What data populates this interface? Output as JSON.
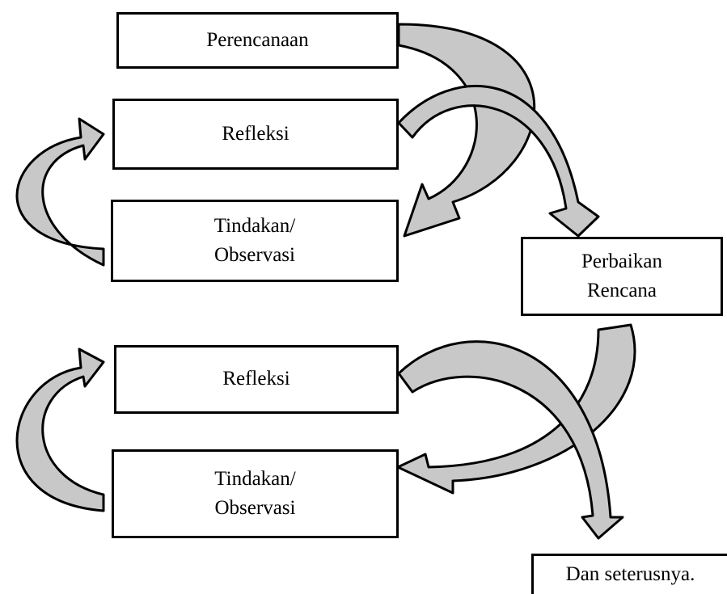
{
  "diagram": {
    "boxes": {
      "perencanaan": {
        "lines": [
          "Perencanaan"
        ]
      },
      "refleksi_1": {
        "lines": [
          "Refleksi"
        ]
      },
      "tindakan_1": {
        "lines": [
          "Tindakan/",
          "Observasi"
        ]
      },
      "perbaikan": {
        "lines": [
          "Perbaikan",
          "Rencana"
        ]
      },
      "refleksi_2": {
        "lines": [
          "Refleksi"
        ]
      },
      "tindakan_2": {
        "lines": [
          "Tindakan/",
          "Observasi"
        ]
      },
      "lanjut": {
        "lines": [
          "Dan seterusnya."
        ]
      }
    },
    "colors": {
      "arrow_fill": "#c8c8c8",
      "stroke": "#000000",
      "box_fill": "#ffffff"
    }
  }
}
